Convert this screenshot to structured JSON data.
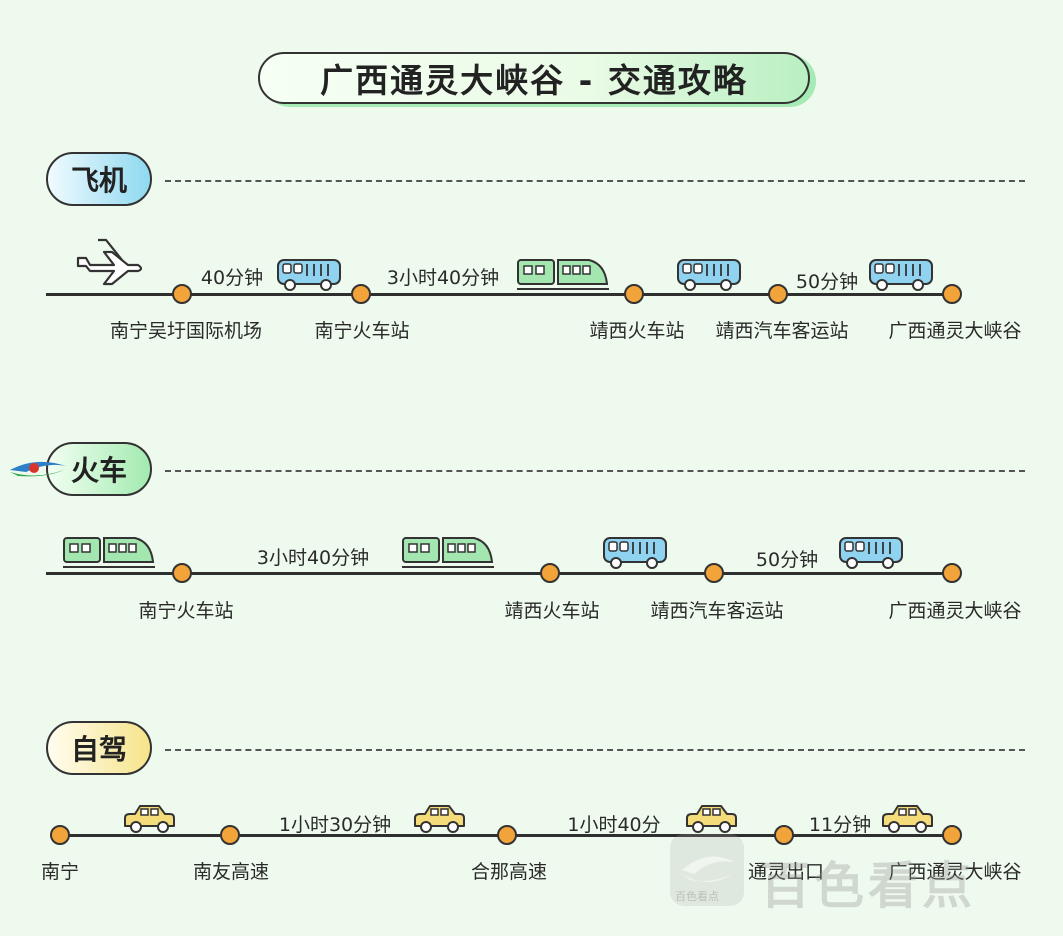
{
  "title": "广西通灵大峡谷 - 交通攻略",
  "sections": [
    {
      "label": "飞机",
      "stops": [
        "南宁吴圩国际机场",
        "南宁火车站",
        "靖西火车站",
        "靖西汽车客运站",
        "广西通灵大峡谷"
      ],
      "durations": [
        "40分钟",
        "3小时40分钟",
        "50分钟"
      ]
    },
    {
      "label": "火车",
      "stops": [
        "南宁火车站",
        "靖西火车站",
        "靖西汽车客运站",
        "广西通灵大峡谷"
      ],
      "durations": [
        "3小时40分钟",
        "50分钟"
      ]
    },
    {
      "label": "自驾",
      "stops": [
        "南宁",
        "南友高速",
        "合那高速",
        "通灵出口",
        "广西通灵大峡谷"
      ],
      "durations": [
        "1小时30分钟",
        "1小时40分",
        "11分钟"
      ]
    }
  ],
  "watermark": {
    "text": "百色看点",
    "sub": "百色看点"
  },
  "colors": {
    "node": "#f2a33a",
    "bus": "#8fd3f0",
    "train": "#a3e6b0",
    "car": "#f5dc7a",
    "pill_plane": "#8fd9f0",
    "pill_train": "#a3eab0",
    "pill_car": "#f6e48a"
  }
}
